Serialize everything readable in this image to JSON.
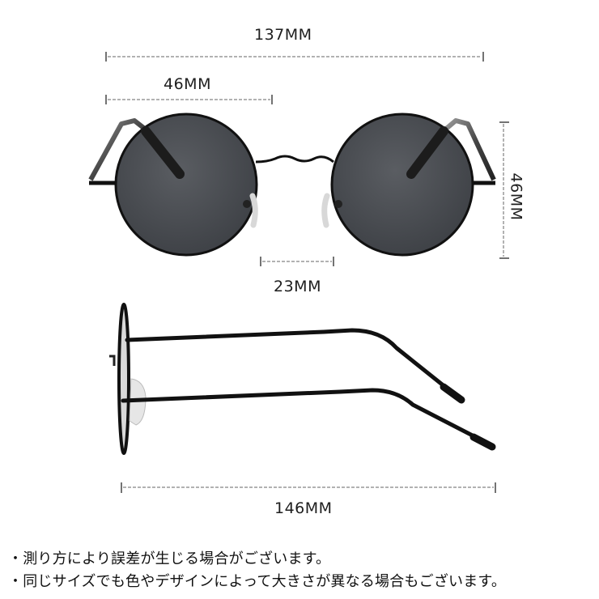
{
  "dimensions": {
    "overall_width": {
      "label": "137MM",
      "value_mm": 137
    },
    "lens_width": {
      "label": "46MM",
      "value_mm": 46
    },
    "lens_height": {
      "label": "46MM",
      "value_mm": 46
    },
    "bridge_width": {
      "label": "23MM",
      "value_mm": 23
    },
    "temple_length": {
      "label": "146MM",
      "value_mm": 146
    }
  },
  "notes": [
    "・測り方により誤差が生じる場合がございます。",
    "・同じサイズでも色やデザインによって大きさが異なる場合もございます。"
  ],
  "colors": {
    "background": "#ffffff",
    "lens": "#4a4d52",
    "frame": "#111111",
    "dimension_line": "#555555",
    "text": "#1e1e1e"
  }
}
